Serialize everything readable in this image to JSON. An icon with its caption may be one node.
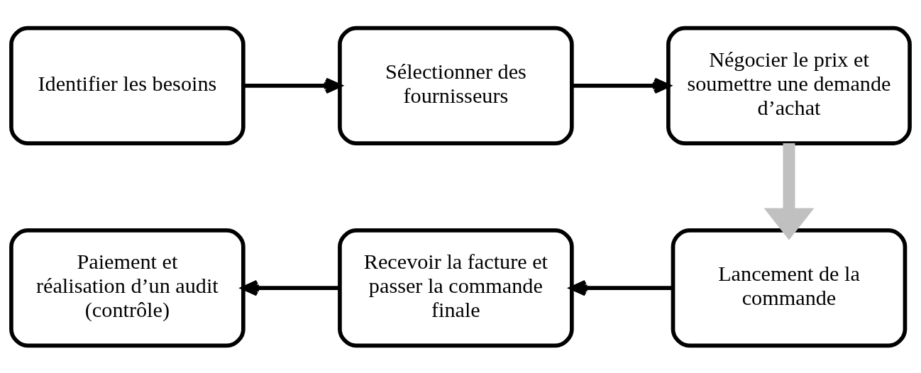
{
  "diagram": {
    "nodes": [
      {
        "text": [
          "Identifier les besoins"
        ]
      },
      {
        "text": [
          "Sélectionner des fournisseurs"
        ]
      },
      {
        "text": [
          "Négocier le prix et soumettre une demande d’achat"
        ]
      },
      {
        "text": [
          "Lancement de la commande"
        ]
      },
      {
        "text": [
          "Recevoir la facture et passer la commande finale"
        ]
      },
      {
        "text": [
          "Paiement et réalisation d’un audit (contrôle)"
        ]
      }
    ],
    "edges": [
      {
        "from": 0,
        "to": 1,
        "arrow": "to"
      },
      {
        "from": 1,
        "to": 2,
        "arrow": "to"
      },
      {
        "from": 2,
        "to": 3,
        "arrow": "to",
        "style": "thick",
        "color": "#c0c0c0"
      },
      {
        "from": 3,
        "to": 4,
        "arrow": "to"
      },
      {
        "from": 4,
        "to": 5,
        "arrow": "to"
      }
    ]
  }
}
